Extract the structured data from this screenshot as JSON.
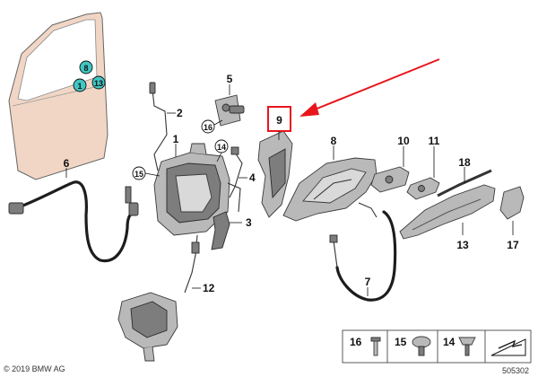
{
  "callouts": {
    "c1": "1",
    "c2": "2",
    "c3": "3",
    "c4": "4",
    "c5": "5",
    "c6": "6",
    "c7": "7",
    "c8": "8",
    "c9": "9",
    "c10": "10",
    "c11": "11",
    "c12": "12",
    "c13": "13",
    "c14": "14",
    "c15": "15",
    "c16": "16",
    "c17": "17",
    "c18": "18"
  },
  "door_markers": {
    "m8": "8",
    "m1": "1",
    "m13": "13"
  },
  "legend": {
    "i16": "16",
    "i15": "15",
    "i14": "14"
  },
  "highlight": {
    "label": "9",
    "color": "#e8151b"
  },
  "marker_color": "#3fc6c2",
  "copyright": "© 2019 BMW AG",
  "diagram_number": "505302"
}
